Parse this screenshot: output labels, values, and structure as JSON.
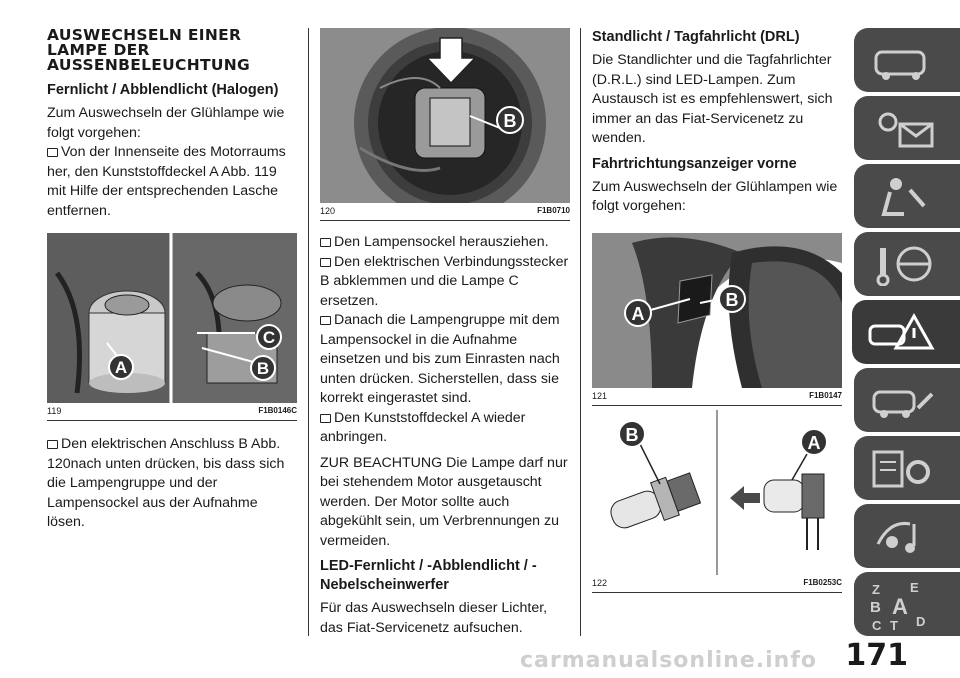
{
  "col1": {
    "heading": "AUSWECHSELN EINER LAMPE DER AUSSENBELEUCHTUNG",
    "sub1": "Fernlicht / Abblendlicht (Halogen)",
    "p1": "Zum Auswechseln der Glühlampe wie folgt vorgehen:",
    "b1": "Von der Innenseite des Motorraums her, den Kunststoffdeckel A Abb. 119 mit Hilfe der entsprechenden Lasche entfernen.",
    "fig_num": "119",
    "fig_code": "F1B0146C",
    "fig_labels": [
      "A",
      "C",
      "B"
    ],
    "b2": "Den elektrischen Anschluss B Abb. 120nach unten drücken, bis dass sich die Lampengruppe und der Lampensockel aus der Aufnahme lösen."
  },
  "col2": {
    "fig_num": "120",
    "fig_code": "F1B0710",
    "fig_label": "B",
    "b1": "Den Lampensockel herausziehen.",
    "b2": "Den elektrischen Verbindungsstecker B abklemmen und die Lampe C ersetzen.",
    "b3": "Danach die Lampengruppe mit dem Lampensockel in die Aufnahme einsetzen und bis zum Einrasten nach unten drücken. Sicherstellen, dass sie korrekt eingerastet sind.",
    "b4": "Den Kunststoffdeckel A wieder anbringen.",
    "note": "ZUR BEACHTUNG Die Lampe darf nur bei stehendem Motor ausgetauscht werden. Der Motor sollte auch abgekühlt sein, um Verbrennungen zu vermeiden.",
    "sub2": "LED-Fernlicht / -Abblendlicht / -Nebelscheinwerfer",
    "p2": "Für das Auswechseln dieser Lichter, das Fiat-Servicenetz aufsuchen."
  },
  "col3": {
    "sub1": "Standlicht / Tagfahrlicht (DRL)",
    "p1": "Die Standlichter und die Tagfahrlichter (D.R.L.) sind LED-Lampen. Zum Austausch ist es empfehlenswert, sich immer an das Fiat-Servicenetz zu wenden.",
    "sub2": "Fahrtrichtungsanzeiger vorne",
    "p2": "Zum Auswechseln der Glühlampen wie folgt vorgehen:",
    "fig121_num": "121",
    "fig121_code": "F1B0147",
    "fig121_labels": [
      "A",
      "B"
    ],
    "fig122_num": "122",
    "fig122_code": "F1B0253C",
    "fig122_labels": [
      "B",
      "A"
    ]
  },
  "sidebar": {
    "tabs": [
      "car-dashboard-icon",
      "warning-lights-icon",
      "seat-airbag-icon",
      "key-steering-icon",
      "car-breakdown-icon",
      "car-maintenance-icon",
      "specs-gear-icon",
      "multimedia-icon",
      "index-letters-icon"
    ],
    "active_index": 4,
    "index_letters": [
      "Z",
      "E",
      "B",
      "A",
      "C",
      "T",
      "D"
    ]
  },
  "page_number": "171",
  "watermark": "carmanualsonline.info"
}
